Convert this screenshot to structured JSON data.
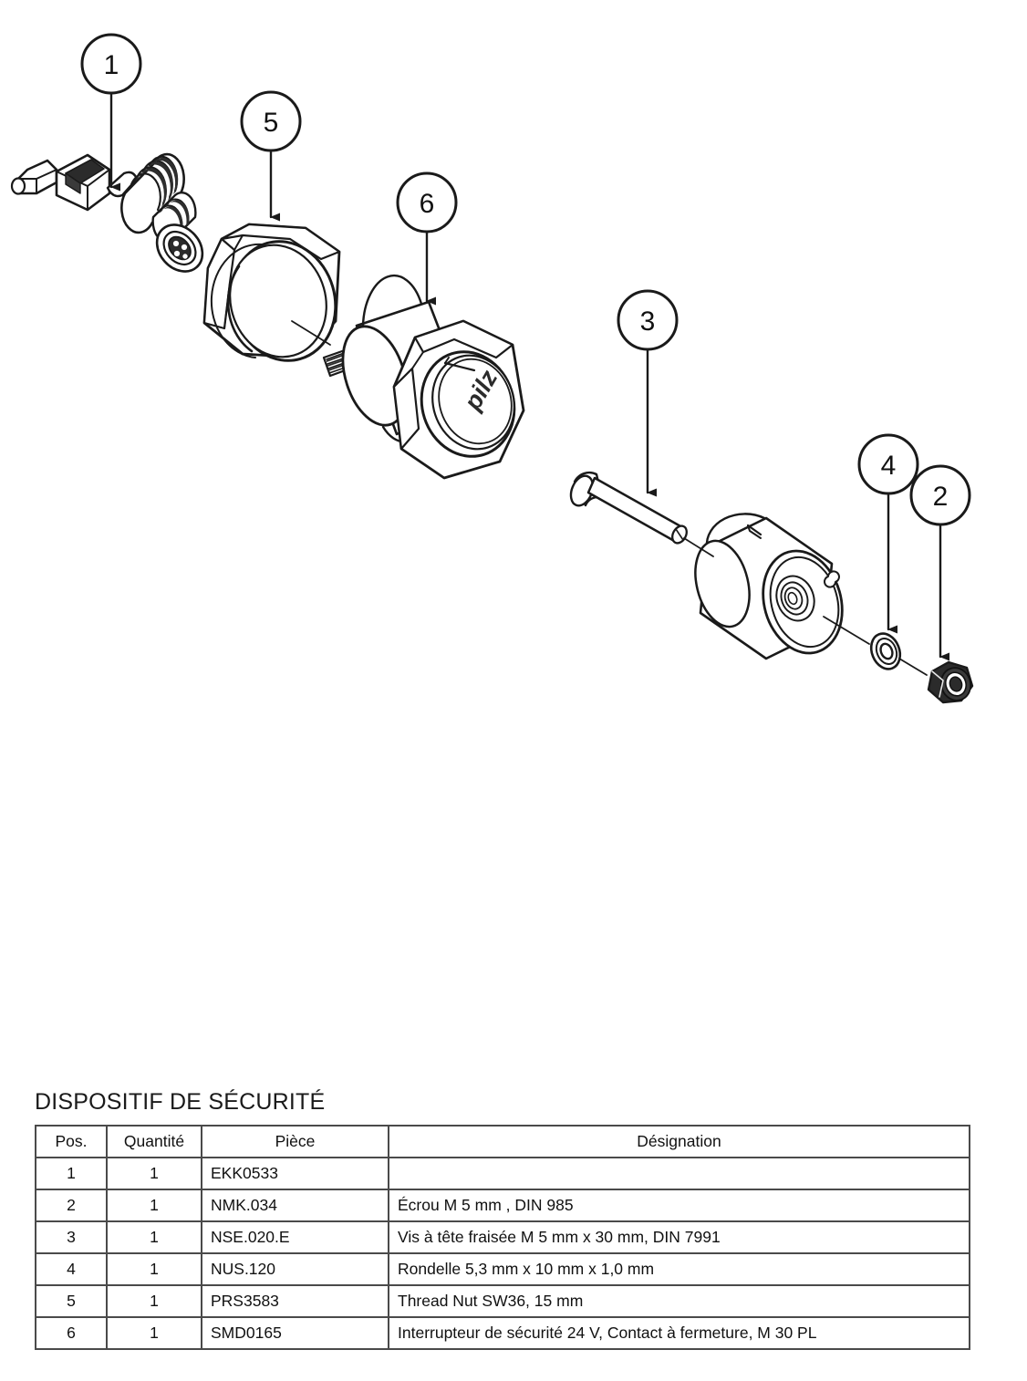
{
  "document": {
    "title": "DISPOSITIF DE SÉCURITÉ",
    "background_color": "#ffffff",
    "line_color": "#1a1a1a"
  },
  "diagram": {
    "type": "exploded-assembly",
    "brand_mark": "pilz",
    "callouts": [
      {
        "number": "1",
        "part_name": "cable-connector"
      },
      {
        "number": "5",
        "part_name": "thread-nut"
      },
      {
        "number": "6",
        "part_name": "safety-switch"
      },
      {
        "number": "3",
        "part_name": "countersunk-screw"
      },
      {
        "number": "4",
        "part_name": "washer"
      },
      {
        "number": "2",
        "part_name": "hex-lock-nut"
      }
    ]
  },
  "parts_table": {
    "columns": [
      "Pos.",
      "Quantité",
      "Pièce",
      "Désignation"
    ],
    "rows": [
      {
        "pos": "1",
        "qty": "1",
        "piece": "EKK0533",
        "designation": ""
      },
      {
        "pos": "2",
        "qty": "1",
        "piece": "NMK.034",
        "designation": "Écrou M 5 mm , DIN 985"
      },
      {
        "pos": "3",
        "qty": "1",
        "piece": "NSE.020.E",
        "designation": "Vis à tête fraisée M 5 mm  x 30 mm, DIN 7991"
      },
      {
        "pos": "4",
        "qty": "1",
        "piece": "NUS.120",
        "designation": "Rondelle 5,3 mm x 10 mm x 1,0 mm"
      },
      {
        "pos": "5",
        "qty": "1",
        "piece": "PRS3583",
        "designation": "Thread Nut SW36, 15 mm"
      },
      {
        "pos": "6",
        "qty": "1",
        "piece": "SMD0165",
        "designation": "Interrupteur de sécurité 24 V, Contact à fermeture, M 30 PL"
      }
    ]
  }
}
